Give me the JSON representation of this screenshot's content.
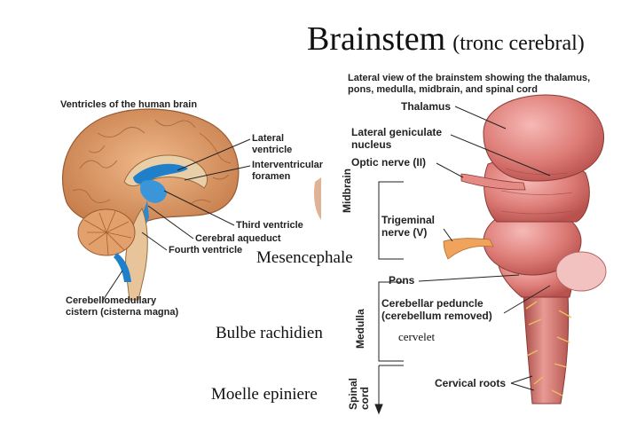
{
  "title": {
    "main": "Brainstem",
    "sub": "(tronc cerebral)"
  },
  "left_figure": {
    "caption": "Ventricles of the human brain",
    "labels": {
      "lateral_ventricle": [
        "Lateral",
        "ventricle"
      ],
      "interventricular_foramen": [
        "Interventricular",
        "foramen"
      ],
      "third_ventricle": "Third ventricle",
      "cerebral_aqueduct": "Cerebral aqueduct",
      "fourth_ventricle": "Fourth ventricle",
      "cerebellomedullary_cistern": [
        "Cerebellomedullary",
        "cistern (cisterna magna)"
      ]
    }
  },
  "right_figure": {
    "caption": [
      "Lateral view of the brainstem showing the thalamus,",
      "pons, medulla, midbrain, and spinal cord"
    ],
    "labels": {
      "thalamus": "Thalamus",
      "lateral_geniculate": [
        "Lateral geniculate",
        "nucleus"
      ],
      "optic_nerve": "Optic nerve (II)",
      "trigeminal": [
        "Trigeminal",
        "nerve (V)"
      ],
      "pons": "Pons",
      "cerebellar_peduncle": [
        "Cerebellar peduncle",
        "(cerebellum removed)"
      ],
      "cervical_roots": "Cervical roots"
    },
    "brackets": {
      "midbrain": "Midbrain",
      "medulla": "Medulla",
      "spinal_cord": [
        "Spinal",
        "cord"
      ]
    }
  },
  "annotations": {
    "mesencephale": "Mesencephale",
    "bulbe": "Bulbe rachidien",
    "cervelet": "cervelet",
    "moelle": "Moelle epiniere"
  }
}
